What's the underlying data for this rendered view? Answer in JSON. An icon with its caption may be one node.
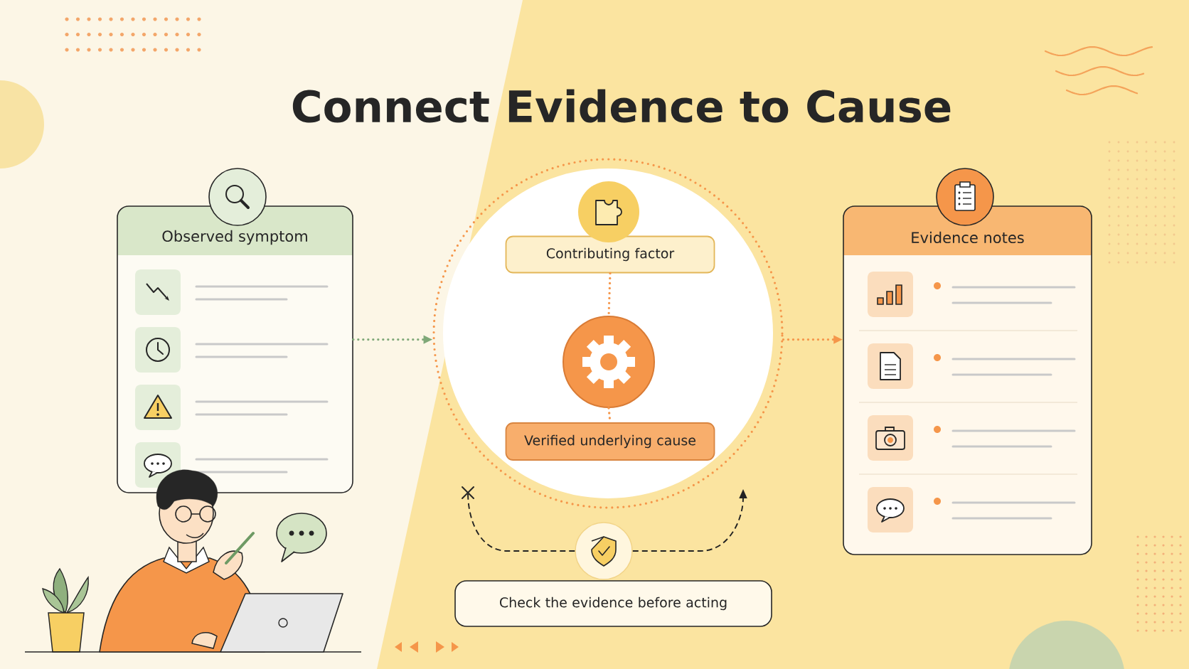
{
  "diagram": {
    "title": "Connect Evidence to Cause",
    "nodes": [
      {
        "text": [
          "Observed symptom"
        ]
      },
      {
        "text": [],
        "shape": "circle"
      },
      {
        "text": [
          "Contributing factor"
        ],
        "in": 1
      },
      {
        "text": [],
        "shape": "circle",
        "in": 1
      },
      {
        "text": [
          "Verified underlying cause"
        ],
        "in": 1
      },
      {
        "text": [
          "Evidence notes"
        ]
      },
      {
        "text": [],
        "shape": "circle"
      },
      {
        "text": [
          "Check the evidence before acting"
        ]
      }
    ],
    "edges": [
      {
        "from": 0,
        "to": 1,
        "arrow": "to",
        "color": "#7fa878"
      },
      {
        "from": 1,
        "to": 5,
        "arrow": "to"
      },
      {
        "from": 2,
        "to": 3,
        "arrow": "none"
      },
      {
        "from": 3,
        "to": 4,
        "arrow": "none"
      },
      {
        "from": 6,
        "to": 1,
        "arrow": "none",
        "style": "dashed",
        "color": "#222222"
      },
      {
        "from": 6,
        "to": 1,
        "arrow": "to",
        "style": "dashed",
        "color": "#222222"
      }
    ]
  }
}
